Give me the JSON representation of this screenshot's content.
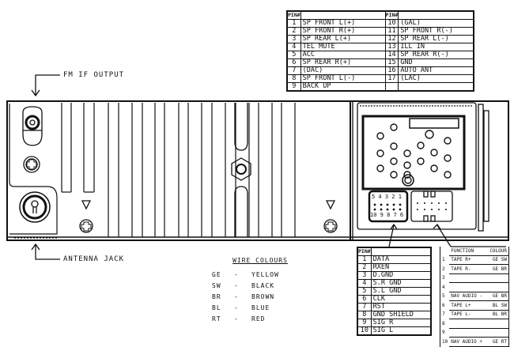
{
  "callouts": {
    "fm_if_output": "FM IF OUTPUT",
    "antenna_jack": "ANTENNA JACK"
  },
  "main_connector_table": {
    "header_pin": "PIN#",
    "left": [
      {
        "pin": "1",
        "signal": "SP FRONT L(+)"
      },
      {
        "pin": "2",
        "signal": "SP FRONT R(+)"
      },
      {
        "pin": "3",
        "signal": "SP REAR L(+)"
      },
      {
        "pin": "4",
        "signal": "TEL MUTE"
      },
      {
        "pin": "5",
        "signal": "ACC"
      },
      {
        "pin": "6",
        "signal": "SP REAR R(+)"
      },
      {
        "pin": "7",
        "signal": "(DAC)"
      },
      {
        "pin": "8",
        "signal": "SP FRONT L(-)"
      },
      {
        "pin": "9",
        "signal": "BACK UP"
      }
    ],
    "right": [
      {
        "pin": "10",
        "signal": "(GAL)"
      },
      {
        "pin": "11",
        "signal": "SP FRONT R(-)"
      },
      {
        "pin": "12",
        "signal": "SP REAR L(-)"
      },
      {
        "pin": "13",
        "signal": "ILL IN"
      },
      {
        "pin": "14",
        "signal": "SP REAR R(-)"
      },
      {
        "pin": "15",
        "signal": "GND"
      },
      {
        "pin": "16",
        "signal": "AUTO ANT"
      },
      {
        "pin": "17",
        "signal": "(LAC)"
      },
      {
        "pin": "",
        "signal": ""
      }
    ]
  },
  "data_connector_table": {
    "header_pin": "PIN#",
    "rows": [
      {
        "pin": "1",
        "signal": "DATA"
      },
      {
        "pin": "2",
        "signal": "RXEN"
      },
      {
        "pin": "3",
        "signal": "D.GND"
      },
      {
        "pin": "4",
        "signal": "S.R GND"
      },
      {
        "pin": "5",
        "signal": "S.L GND"
      },
      {
        "pin": "6",
        "signal": "CLK"
      },
      {
        "pin": "7",
        "signal": "RST"
      },
      {
        "pin": "8",
        "signal": "GND SHIELD"
      },
      {
        "pin": "9",
        "signal": "SIG R"
      },
      {
        "pin": "10",
        "signal": "SIG L"
      }
    ]
  },
  "audio_connector_table": {
    "header_function": "FUNCTION",
    "header_colour": "COLOUR",
    "rows": [
      {
        "pin": "1",
        "function": "TAPE R+",
        "colour": "GE SW"
      },
      {
        "pin": "2",
        "function": "TAPE R-",
        "colour": "GE BR"
      },
      {
        "pin": "3",
        "function": "",
        "colour": ""
      },
      {
        "pin": "4",
        "function": "",
        "colour": ""
      },
      {
        "pin": "5",
        "function": "NAV AUDIO -",
        "colour": "GE BR"
      },
      {
        "pin": "6",
        "function": "TAPE L+",
        "colour": "BL SW"
      },
      {
        "pin": "7",
        "function": "TAPE L-",
        "colour": "BL BR"
      },
      {
        "pin": "8",
        "function": "",
        "colour": ""
      },
      {
        "pin": "9",
        "function": "",
        "colour": ""
      },
      {
        "pin": "10",
        "function": "NAV AUDIO +",
        "colour": "GE RT"
      }
    ]
  },
  "wire_colours": {
    "title": "WIRE COLOURS",
    "items": [
      {
        "code": "GE",
        "dash": "-",
        "name": "YELLOW"
      },
      {
        "code": "SW",
        "dash": "-",
        "name": "BLACK"
      },
      {
        "code": "BR",
        "dash": "-",
        "name": "BROWN"
      },
      {
        "code": "BL",
        "dash": "-",
        "name": "BLUE"
      },
      {
        "code": "RT",
        "dash": "-",
        "name": "RED"
      }
    ]
  },
  "connector_labels": {
    "main_pins": [
      "1",
      "2",
      "3",
      "4",
      "5",
      "6",
      "7",
      "8",
      "9",
      "10",
      "11",
      "12",
      "13",
      "14",
      "15",
      "16",
      "17"
    ],
    "small_top": "5 4 3 2 1",
    "small_bottom": "10 9 8 7 6",
    "audio_left": "6",
    "audio_right": "10"
  }
}
